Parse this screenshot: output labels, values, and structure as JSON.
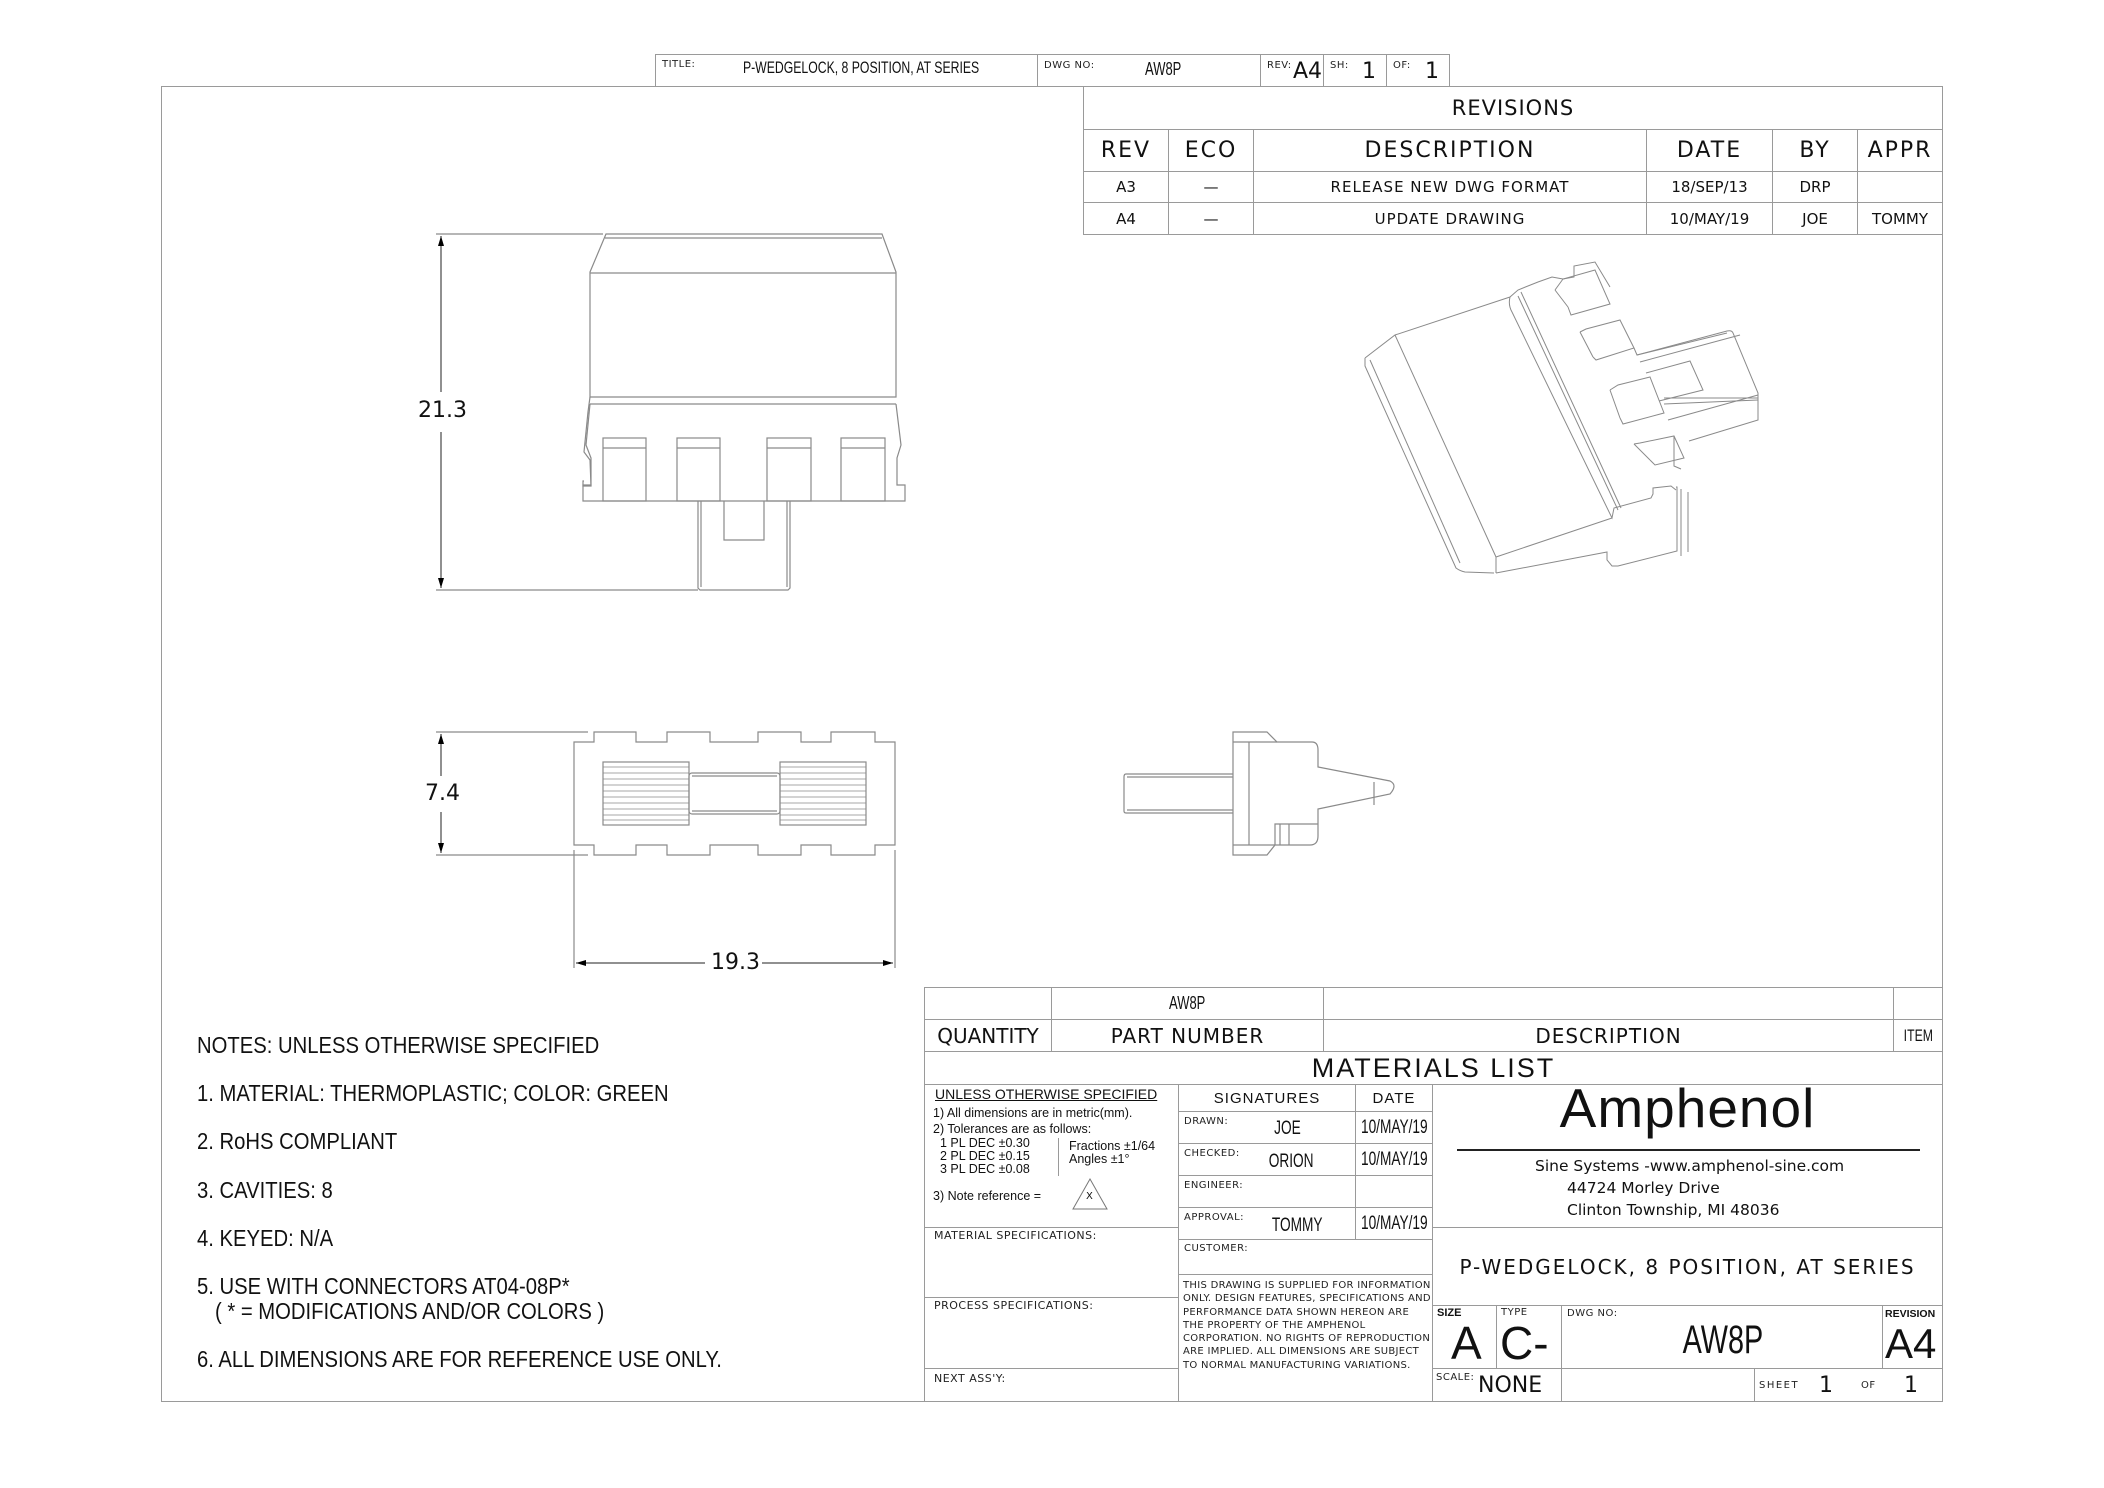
{
  "top_title_block": {
    "title_label": "TITLE:",
    "title_value": "P-WEDGELOCK, 8 POSITION, AT SERIES",
    "dwg_no_label": "DWG NO:",
    "dwg_no_value": "AW8P",
    "rev_label": "REV:",
    "rev_value": "A4",
    "sh_label": "SH:",
    "sh_value": "1",
    "of_label": "OF:",
    "of_value": "1"
  },
  "revisions": {
    "title": "REVISIONS",
    "headers": [
      "REV",
      "ECO",
      "DESCRIPTION",
      "DATE",
      "BY",
      "APPR"
    ],
    "rows": [
      [
        "A3",
        "—",
        "RELEASE NEW DWG FORMAT",
        "18/SEP/13",
        "DRP",
        ""
      ],
      [
        "A4",
        "—",
        "UPDATE DRAWING",
        "10/MAY/19",
        "JOE",
        "TOMMY"
      ]
    ]
  },
  "dimensions": {
    "height": "21.3",
    "thickness": "7.4",
    "width": "19.3"
  },
  "notes": {
    "heading": "NOTES: UNLESS OTHERWISE SPECIFIED",
    "items": [
      "1. MATERIAL: THERMOPLASTIC; COLOR: GREEN",
      "2. RoHS COMPLIANT",
      "3. CAVITIES: 8",
      "4. KEYED: N/A",
      "5. USE WITH CONNECTORS AT04-08P*",
      "( * = MODIFICATIONS AND/OR COLORS )",
      "6. ALL DIMENSIONS ARE FOR REFERENCE USE ONLY."
    ]
  },
  "materials_list": {
    "part_number_value": "AW8P",
    "headers": [
      "QUANTITY",
      "PART NUMBER",
      "DESCRIPTION",
      "ITEM"
    ],
    "title": "MATERIALS LIST"
  },
  "tolerances": {
    "heading": "UNLESS OTHERWISE SPECIFIED",
    "line1": "1) All dimensions are in metric(mm).",
    "line2": "2) Tolerances are as follows:",
    "dec1": "1 PL DEC ±0.30",
    "dec2": "2 PL DEC ±0.15",
    "dec3": "3 PL DEC ±0.08",
    "fractions": "Fractions ±1/64",
    "angles": "Angles ±1°",
    "note_ref": "3) Note reference =",
    "note_symbol": "X",
    "material_spec": "MATERIAL SPECIFICATIONS:",
    "process_spec": "PROCESS SPECIFICATIONS:",
    "next_assy": "NEXT ASS'Y:"
  },
  "signatures": {
    "header_sig": "SIGNATURES",
    "header_date": "DATE",
    "rows": [
      {
        "label": "DRAWN:",
        "name": "JOE",
        "date": "10/MAY/19"
      },
      {
        "label": "CHECKED:",
        "name": "ORION",
        "date": "10/MAY/19"
      },
      {
        "label": "ENGINEER:",
        "name": "",
        "date": ""
      },
      {
        "label": "APPROVAL:",
        "name": "TOMMY",
        "date": "10/MAY/19"
      }
    ],
    "customer": "CUSTOMER:",
    "disclaimer": "THIS DRAWING IS SUPPLIED FOR INFORMATION ONLY. DESIGN FEATURES, SPECIFICATIONS AND PERFORMANCE DATA SHOWN HEREON ARE THE PROPERTY OF THE AMPHENOL CORPORATION. NO RIGHTS OF REPRODUCTION ARE IMPLIED. ALL DIMENSIONS ARE SUBJECT TO NORMAL MANUFACTURING VARIATIONS."
  },
  "company": {
    "logo": "Amphenol",
    "division": "Sine Systems -www.amphenol-sine.com",
    "address1": "44724 Morley Drive",
    "address2": "Clinton Township, MI 48036",
    "drawing_title": "P-WEDGELOCK, 8 POSITION, AT SERIES"
  },
  "bottom_block": {
    "size_label": "SIZE",
    "size_value": "A",
    "type_label": "TYPE",
    "type_value": "C-",
    "dwg_no_label": "DWG NO:",
    "dwg_no_value": "AW8P",
    "revision_label": "REVISION",
    "revision_value": "A4",
    "scale_label": "SCALE:",
    "scale_value": "NONE",
    "sheet_label": "SHEET",
    "sheet_value": "1",
    "of_label": "OF",
    "of_value": "1"
  }
}
